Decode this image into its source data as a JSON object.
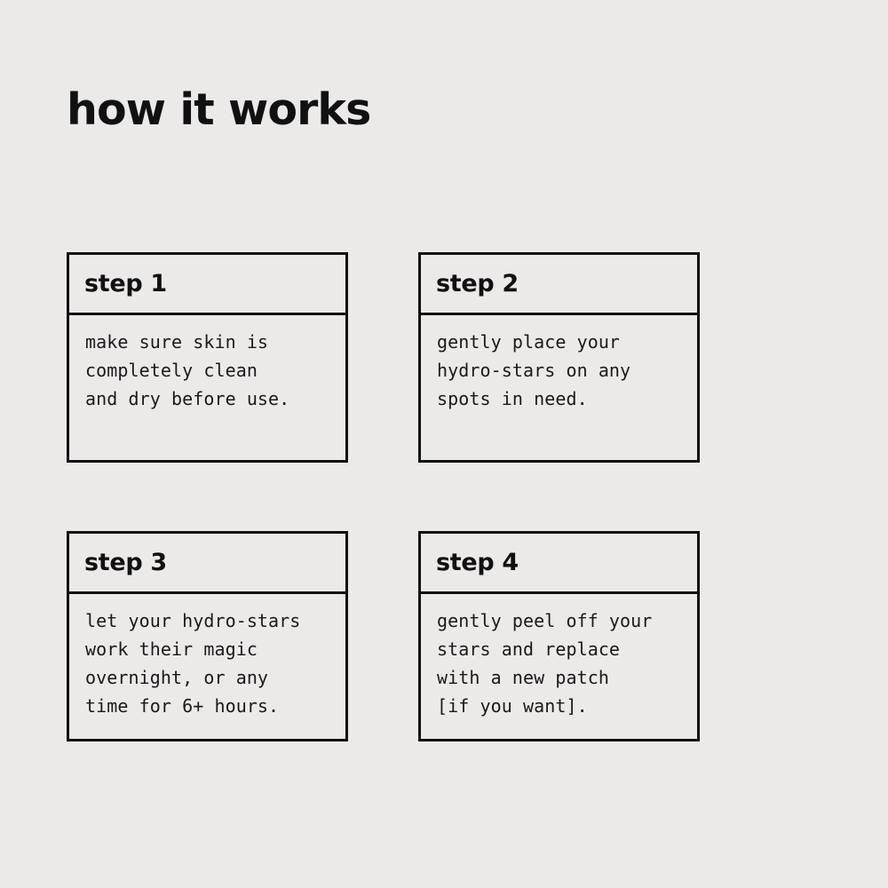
{
  "theme": {
    "background_color": "#ece9e9",
    "ink_color": "#111111",
    "border_color": "#111111",
    "body_text_color": "#1a1a1a"
  },
  "header": {
    "title": "how it works"
  },
  "steps": [
    {
      "label": "step 1",
      "text": "make sure skin is\ncompletely clean\nand dry before use."
    },
    {
      "label": "step 2",
      "text": "gently place your\nhydro-stars on any\nspots in need."
    },
    {
      "label": "step 3",
      "text": "let your hydro-stars\nwork their magic\novernight, or any\ntime for 6+ hours."
    },
    {
      "label": "step 4",
      "text": "gently peel off your\nstars and replace\nwith a new patch\n[if you want]."
    }
  ]
}
